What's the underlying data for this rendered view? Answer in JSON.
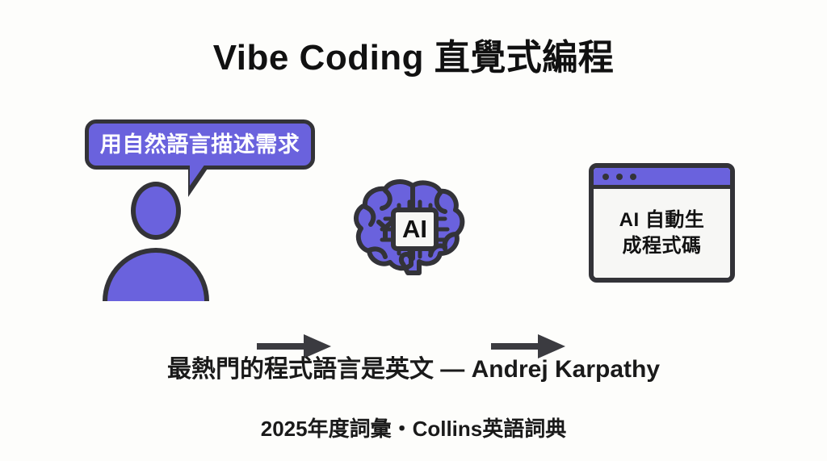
{
  "slide": {
    "title": "Vibe Coding 直覺式編程",
    "background_color": "#fdfdfb",
    "accent_color": "#6a62dd",
    "outline_color": "#333338",
    "text_color": "#111111"
  },
  "diagram": {
    "stage_user": {
      "speech_bubble_text": "用自然語言描述需求",
      "icon_name": "person-icon"
    },
    "arrow_1": {
      "glyph": "→"
    },
    "stage_brain": {
      "icon_name": "ai-brain-icon",
      "chip_label": "AI"
    },
    "arrow_2": {
      "glyph": "→"
    },
    "stage_window": {
      "icon_name": "browser-window-icon",
      "dots": 3,
      "body_lines": [
        "AI 自動生",
        "成程式碼"
      ]
    }
  },
  "captions": {
    "quote": "最熱門的程式語言是英文 — Andrej Karpathy",
    "source": "2025年度詞彙・Collins英語詞典"
  }
}
